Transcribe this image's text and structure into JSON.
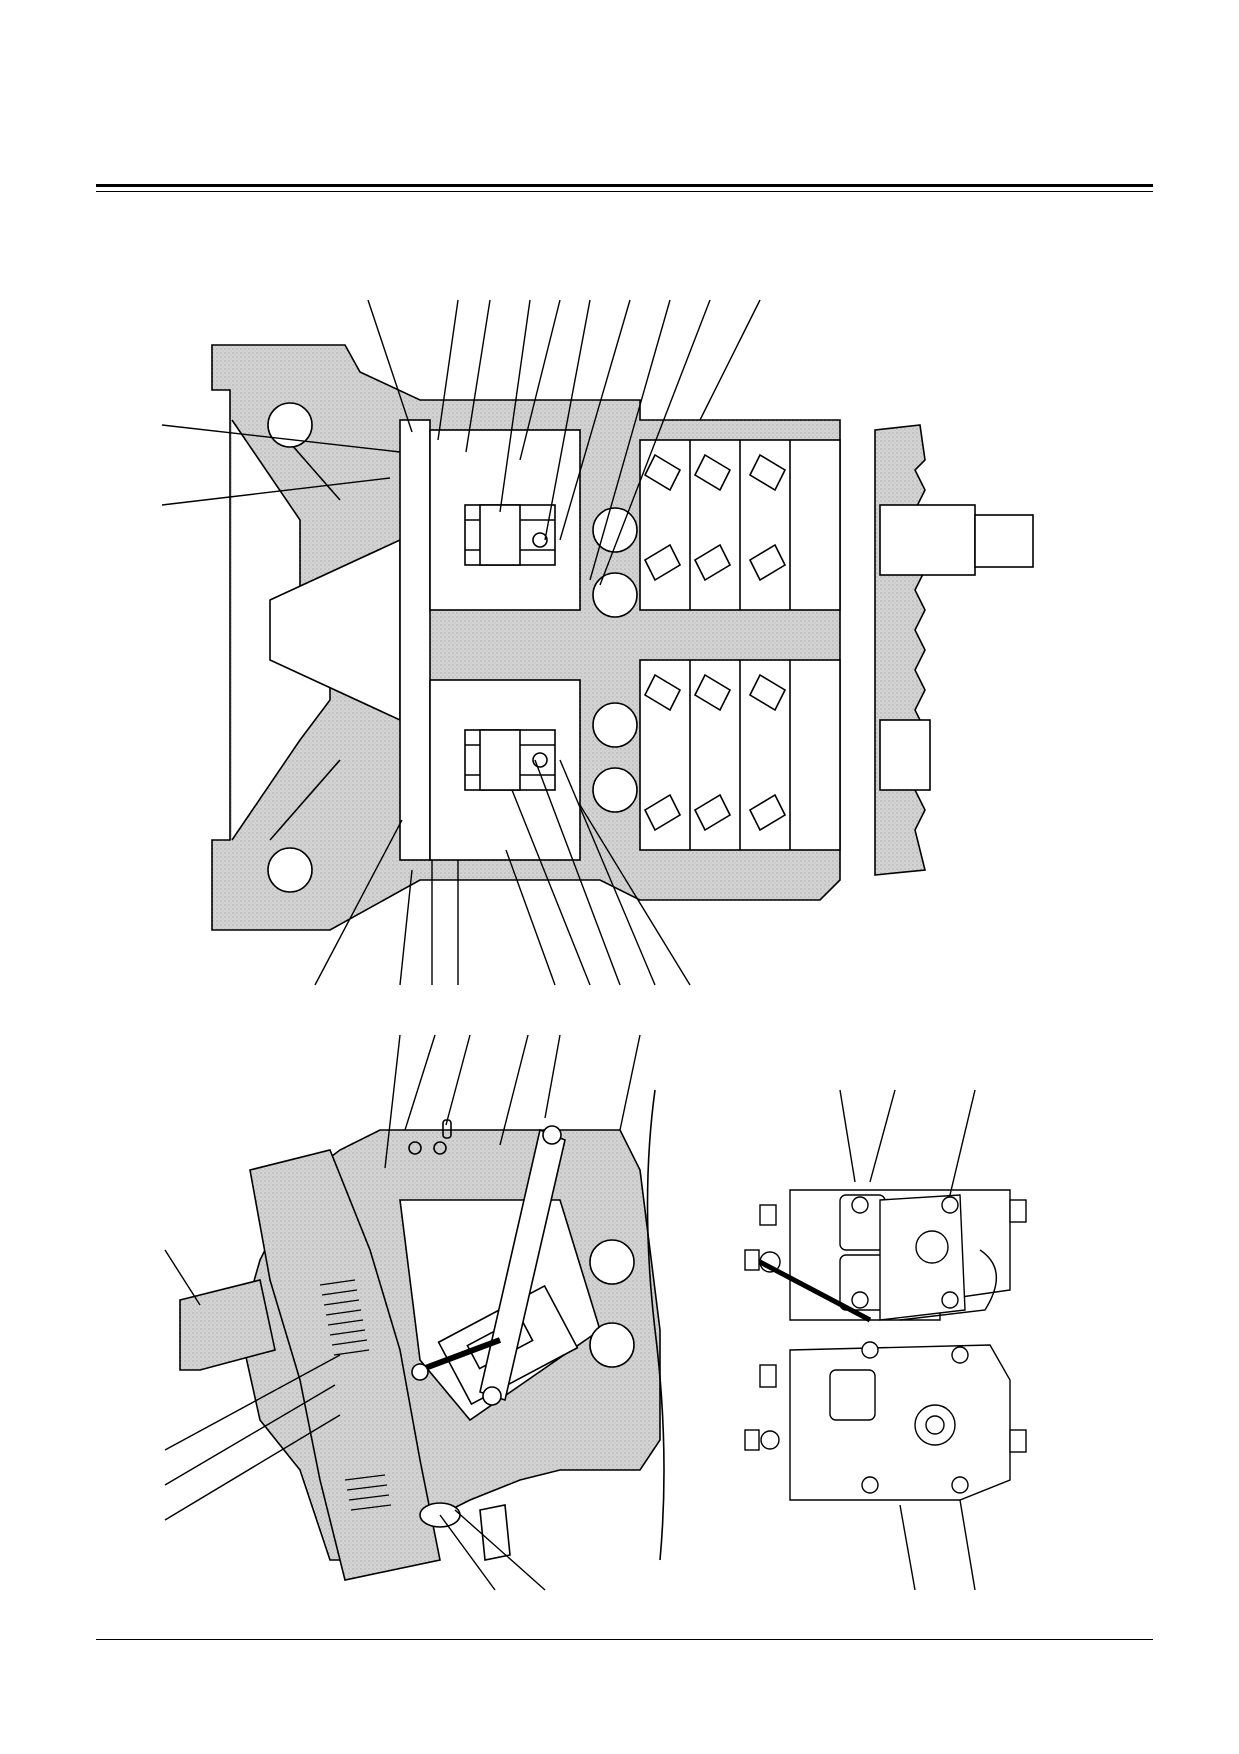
{
  "figures": [
    {
      "id": "motor-cross-section",
      "view": "section"
    },
    {
      "id": "swash-side-section",
      "view": "section"
    },
    {
      "id": "control-valve-top",
      "view": "external"
    },
    {
      "id": "control-valve-bottom",
      "view": "external"
    }
  ],
  "colors": {
    "ink": "#000000",
    "hatch": "#d9d9d9",
    "paper": "#ffffff"
  }
}
